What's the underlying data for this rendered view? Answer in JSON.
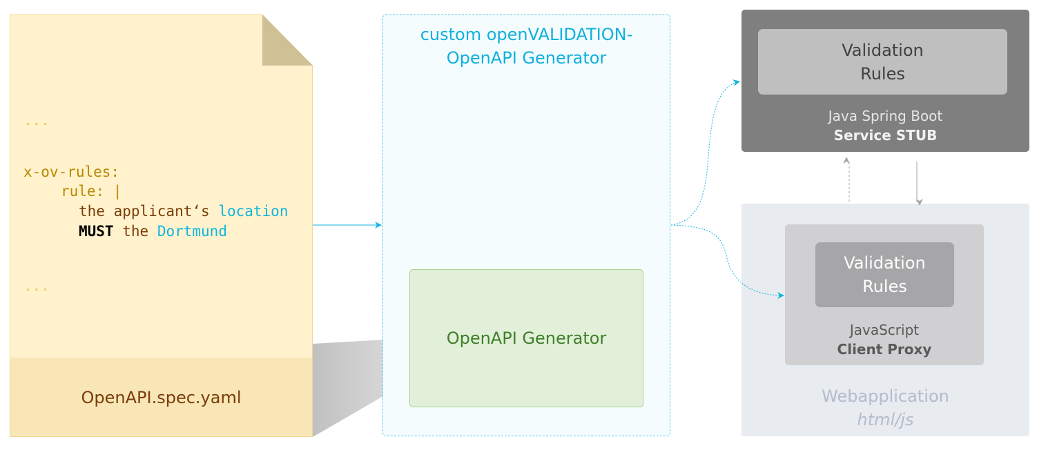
{
  "spec_file": {
    "filename": "OpenAPI.spec.yaml",
    "code": {
      "ellipsis_top": "...",
      "key": "x-ov-rules:",
      "rule_key": "rule:",
      "pipe": "|",
      "line1_part1": "the applicant‘s",
      "line1_part2": "location",
      "line2_part1": "MUST",
      "line2_part2": "the",
      "line2_part3": "Dortmund",
      "ellipsis_bottom": "..."
    }
  },
  "generator": {
    "title_line1": "custom openVALIDATION-",
    "title_line2": "OpenAPI Generator",
    "inner_label": "OpenAPI Generator"
  },
  "service_stub": {
    "rules_line1": "Validation",
    "rules_line2": "Rules",
    "caption_line1": "Java Spring Boot",
    "caption_line2": "Service STUB"
  },
  "client_proxy": {
    "rules_line1": "Validation",
    "rules_line2": "Rules",
    "caption_line1": "JavaScript",
    "caption_line2": "Client Proxy"
  },
  "webapp": {
    "label_line1": "Webapplication",
    "label_line2": "html/js"
  },
  "colors": {
    "document_fill": "#fff2cc",
    "generator_accent": "#12b5e0",
    "inner_generator": "#e2f0d9",
    "stub_fill": "#7f7f7f",
    "webapp_fill": "#e8ebf0"
  }
}
